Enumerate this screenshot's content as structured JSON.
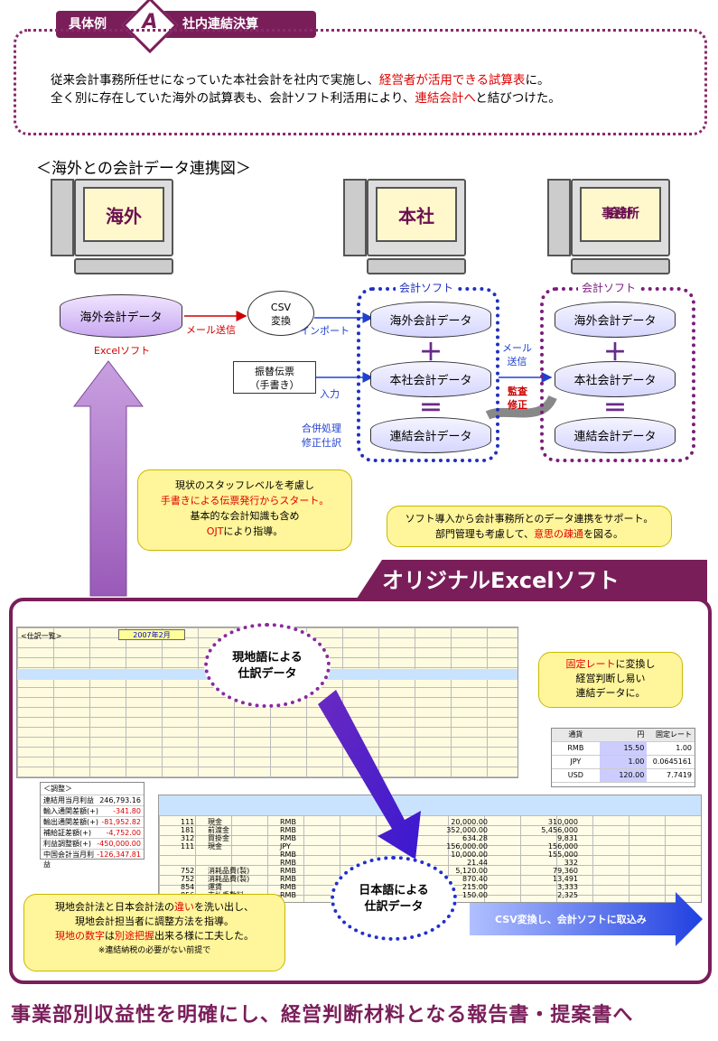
{
  "header": {
    "tag_left": "具体例",
    "badge": "A",
    "tag_right": "社内連結決算"
  },
  "intro": {
    "line1_a": "従来会計事務所任せになっていた本社会計を社内で実施し、",
    "line1_b": "経営者が活用できる試算表",
    "line1_c": "に。",
    "line2_a": "全く別に存在していた海外の試算表も、会計ソフト利活用により、",
    "line2_b": "連結会計へ",
    "line2_c": "と結びつけた。"
  },
  "diagram": {
    "title": "＜海外との会計データ連携図＞",
    "computers": {
      "overseas": "海外",
      "hq": "本社",
      "firm_line1": "会計",
      "firm_line2": "事務所"
    },
    "overseas_data": "海外会計データ",
    "excel_soft": "Excelソフト",
    "mail_send": "メール送信",
    "csv_line1": "CSV",
    "csv_line2": "変換",
    "import": "インポート",
    "voucher_line1": "振替伝票",
    "voucher_line2": "（手書き）",
    "input": "入力",
    "merge_line1": "合併処理",
    "merge_line2": "修正仕訳",
    "software_label": "会計ソフト",
    "hq_software_label": "会計ソフト",
    "hq_cylinders": [
      "海外会計データ",
      "本社会計データ",
      "連結会計データ"
    ],
    "firm_cylinders": [
      "海外会計データ",
      "本社会計データ",
      "連結会計データ"
    ],
    "plus": "＋",
    "equals": "＝",
    "mail_line1": "メール",
    "mail_line2": "送信",
    "audit_line1": "監査",
    "audit_line2": "修正",
    "callout_left": {
      "l1": "現状のスタッフレベルを考慮し",
      "l2": "手書きによる伝票発行からスタート。",
      "l3": "基本的な会計知識も含め",
      "l4": "OJT",
      "l5": "により指導。"
    },
    "callout_right": {
      "l1": "ソフト導入から会計事務所とのデータ連携をサポート。",
      "l2a": "部門管理も考慮して、",
      "l2b": "意思の疎通",
      "l2c": "を図る。"
    }
  },
  "excel": {
    "banner": "オリジナルExcelソフト",
    "sheet_title": "2007年2月",
    "sheet_caption": "<仕訳一覧>",
    "bubble_local_l1": "現地語による",
    "bubble_local_l2": "仕訳データ",
    "bubble_jp_l1": "日本語による",
    "bubble_jp_l2": "仕訳データ",
    "callout_top": {
      "l1a": "固定レート",
      "l1b": "に変換し",
      "l2": "経営判断し易い",
      "l3": "連結データに。"
    },
    "rate_table": {
      "header": [
        "通貨",
        "円",
        "固定レート"
      ],
      "rows": [
        [
          "RMB",
          "15.50",
          "1.00"
        ],
        [
          "JPY",
          "1.00",
          "0.0645161"
        ],
        [
          "USD",
          "120.00",
          "7.7419"
        ]
      ]
    },
    "adjust_table": {
      "title": "＜調整＞",
      "rows": [
        [
          "連結用当月利益",
          "246,793.16"
        ],
        [
          "輸入通関差額(+)",
          "-341.80"
        ],
        [
          "輸出通関差額(+)",
          "-81,952.82"
        ],
        [
          "補給証差額(+)",
          "-4,752.00"
        ],
        [
          "利益調整額(+)",
          "-450,000.00"
        ],
        [
          "中国会計当月利益",
          "-126,347.81"
        ]
      ]
    },
    "callout_bottom": {
      "l1a": "現地会計法と日本会計法の",
      "l1b": "違い",
      "l1c": "を洗い出し、",
      "l2": "現地会計担当者に調整方法を指導。",
      "l3a": "現地の数字",
      "l3b": "は",
      "l3c": "別途把握",
      "l3d": "出来る様に工夫した。",
      "l4": "※連結納税の必要がない前提で"
    },
    "csv_arrow": "CSV変換し、会計ソフトに取込み",
    "table_rows": [
      [
        "111",
        "現金",
        "RMB",
        "20,000.00",
        "310,000"
      ],
      [
        "181",
        "前渡金",
        "RMB",
        "352,000.00",
        "5,456,000"
      ],
      [
        "312",
        "買掛金",
        "RMB",
        "634.28",
        "9,831"
      ],
      [
        "111",
        "現金",
        "JPY",
        "156,000.00",
        "156,000"
      ],
      [
        "",
        "",
        "RMB",
        "10,000.00",
        "155,000"
      ],
      [
        "",
        "",
        "RMB",
        "21.44",
        "332"
      ],
      [
        "752",
        "消耗品費(製)",
        "RMB",
        "5,120.00",
        "79,360"
      ],
      [
        "752",
        "消耗品費(製)",
        "RMB",
        "870.40",
        "13,491"
      ],
      [
        "854",
        "運賃",
        "RMB",
        "215.00",
        "3,333"
      ],
      [
        "856",
        "支払手数料",
        "RMB",
        "150.00",
        "2,325"
      ]
    ]
  },
  "footer": "事業部別収益性を明確にし、経営判断材料となる報告書・提案書へ"
}
